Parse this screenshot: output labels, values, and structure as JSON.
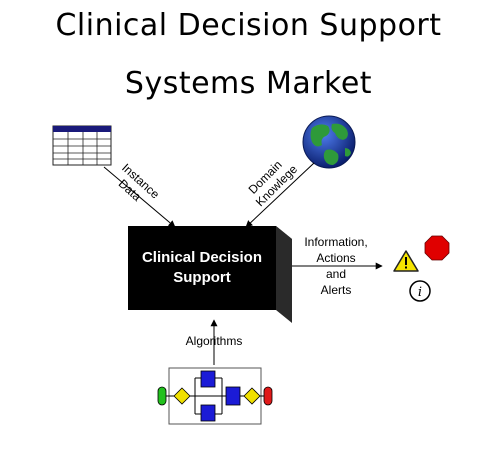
{
  "title": {
    "line1": "Clinical Decision Support",
    "line2": "Systems Market"
  },
  "diagram": {
    "center_box": {
      "line1": "Clinical Decision",
      "line2": "Support"
    },
    "inputs": {
      "instance_data": {
        "line1": "Instance",
        "line2": "Data"
      },
      "domain_knowledge": {
        "line1": "Domain",
        "line2": "Knowlege"
      }
    },
    "output": {
      "line1": "Information,",
      "line2": "Actions",
      "line3": "and",
      "line4": "Alerts"
    },
    "algorithms": "Algorithms",
    "info_icon_glyph": "i"
  },
  "colors": {
    "box_front": "#000000",
    "box_side": "#333333",
    "table_header": "#1a1a7a",
    "globe_ocean": "#1c3fa8",
    "globe_land": "#2e9a3a",
    "stop_red": "#e00000",
    "warning_yellow": "#f5e400",
    "flow_blue": "#1b1bd6",
    "flow_yellow": "#f0e000",
    "flow_green": "#22c11e",
    "flow_red": "#e01a1a"
  }
}
